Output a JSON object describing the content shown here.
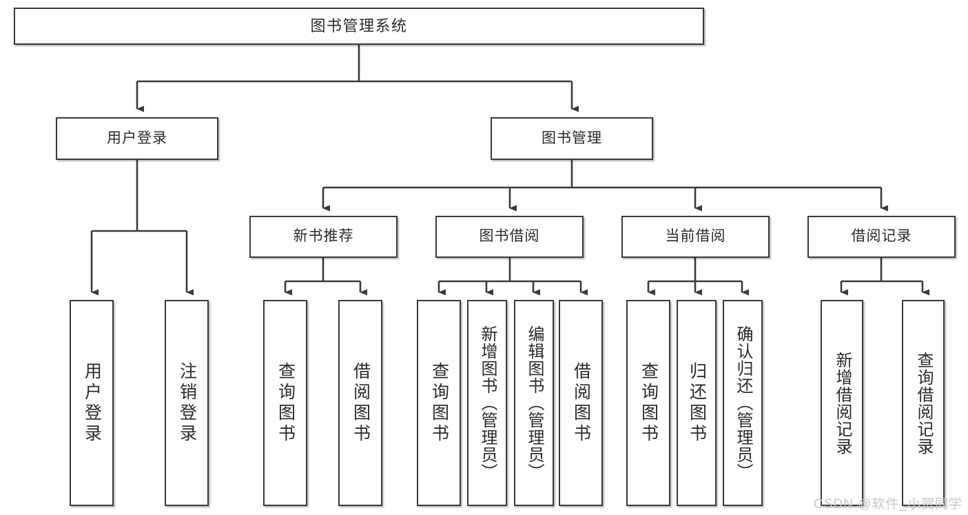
{
  "diagram": {
    "title": "图书管理系统",
    "type": "tree",
    "watermark": "CSDN @软件_小贺同学",
    "colors": {
      "box_border": "#3a3a3a",
      "box_fill": "#ffffff",
      "connector": "#3a3a3a",
      "text": "#2b2b2b",
      "watermark": "#c9c9c9",
      "background": "#ffffff"
    }
  },
  "nodes": {
    "root": {
      "label": "图书管理系统"
    },
    "level2": [
      {
        "id": "user-login",
        "label": "用户登录"
      },
      {
        "id": "book-management",
        "label": "图书管理"
      }
    ],
    "level3": [
      {
        "id": "new-book-recommend",
        "label": "新书推荐"
      },
      {
        "id": "book-borrow",
        "label": "图书借阅"
      },
      {
        "id": "current-borrow",
        "label": "当前借阅"
      },
      {
        "id": "borrow-record",
        "label": "借阅记录"
      }
    ],
    "level4": [
      {
        "id": "leaf-user-login",
        "label": "用户登录",
        "parent": "user-login"
      },
      {
        "id": "leaf-logout",
        "label": "注销登录",
        "parent": "user-login"
      },
      {
        "id": "leaf-query-book-1",
        "label": "查询图书",
        "parent": "new-book-recommend"
      },
      {
        "id": "leaf-borrow-book-1",
        "label": "借阅图书",
        "parent": "new-book-recommend"
      },
      {
        "id": "leaf-query-book-2",
        "label": "查询图书",
        "parent": "book-borrow"
      },
      {
        "id": "leaf-add-book",
        "label": "新增图书（管理员）",
        "parent": "book-borrow"
      },
      {
        "id": "leaf-edit-book",
        "label": "编辑图书（管理员）",
        "parent": "book-borrow"
      },
      {
        "id": "leaf-borrow-book-2",
        "label": "借阅图书",
        "parent": "book-borrow"
      },
      {
        "id": "leaf-query-book-3",
        "label": "查询图书",
        "parent": "current-borrow"
      },
      {
        "id": "leaf-return-book",
        "label": "归还图书",
        "parent": "current-borrow"
      },
      {
        "id": "leaf-confirm-return",
        "label": "确认归还（管理员）",
        "parent": "current-borrow"
      },
      {
        "id": "leaf-add-borrow-record",
        "label": "新增借阅记录",
        "parent": "borrow-record"
      },
      {
        "id": "leaf-query-borrow-record",
        "label": "查询借阅记录",
        "parent": "borrow-record"
      }
    ]
  }
}
